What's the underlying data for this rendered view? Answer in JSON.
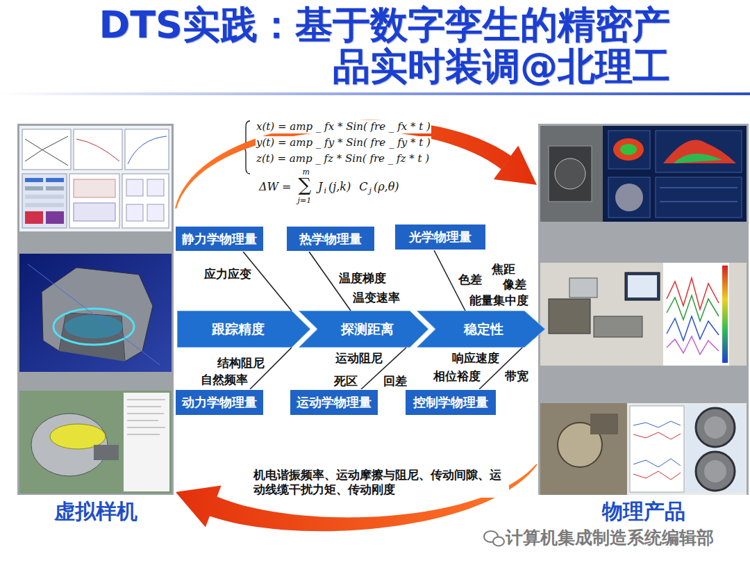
{
  "diagram": {
    "title": "DTS实践：基于数字孪生的精密产品实时装调@北理工",
    "nodes": [
      {
        "text": [
          "虚拟样机"
        ]
      },
      {
        "text": [
          "静力学物理量"
        ]
      },
      {
        "text": [
          "热学物理量"
        ]
      },
      {
        "text": [
          "光学物理量"
        ]
      },
      {
        "text": [
          "跟踪精度"
        ]
      },
      {
        "text": [
          "探测距离"
        ]
      },
      {
        "text": [
          "稳定性"
        ]
      },
      {
        "text": [
          "动力学物理量"
        ]
      },
      {
        "text": [
          "运动学物理量"
        ]
      },
      {
        "text": [
          "控制学物理量"
        ]
      },
      {
        "text": [
          "物理产品"
        ]
      }
    ],
    "edges": [
      {
        "from": 0,
        "to": 10,
        "arrow": "to"
      },
      {
        "from": 10,
        "to": 0,
        "label": "机电谐振频率、运动摩擦与阻尼、传动间隙、运动线缆干扰力矩、传动刚度",
        "arrow": "to"
      },
      {
        "from": 1,
        "to": 4,
        "arrow": "none"
      },
      {
        "from": 2,
        "to": 5,
        "arrow": "none"
      },
      {
        "from": 3,
        "to": 6,
        "arrow": "none"
      },
      {
        "from": 7,
        "to": 4,
        "arrow": "none"
      },
      {
        "from": 8,
        "to": 5,
        "arrow": "none"
      },
      {
        "from": 9,
        "to": 6,
        "arrow": "none"
      }
    ],
    "labels": [
      "x(t) = amp _ fx * Sin( fre _ fx * t )",
      "y(t) = amp _ fy * Sin( fre _ fy * t )",
      "z(t) = amp _ fz * Sin( fre _ fz * t )",
      "ΔW =",
      "∑",
      "m",
      "j=1",
      "J",
      "i",
      "(j,k)",
      "C",
      "j",
      "(ρ,θ)",
      "应力应变",
      "温度梯度",
      "温变速率",
      "色差",
      "焦距",
      "像差",
      "能量集中度",
      "结构阻尼",
      "自然频率",
      "运动阻尼",
      "死区",
      "回差",
      "响应速度",
      "相位裕度",
      "带宽",
      "计算机集成制造系统编辑部"
    ]
  }
}
